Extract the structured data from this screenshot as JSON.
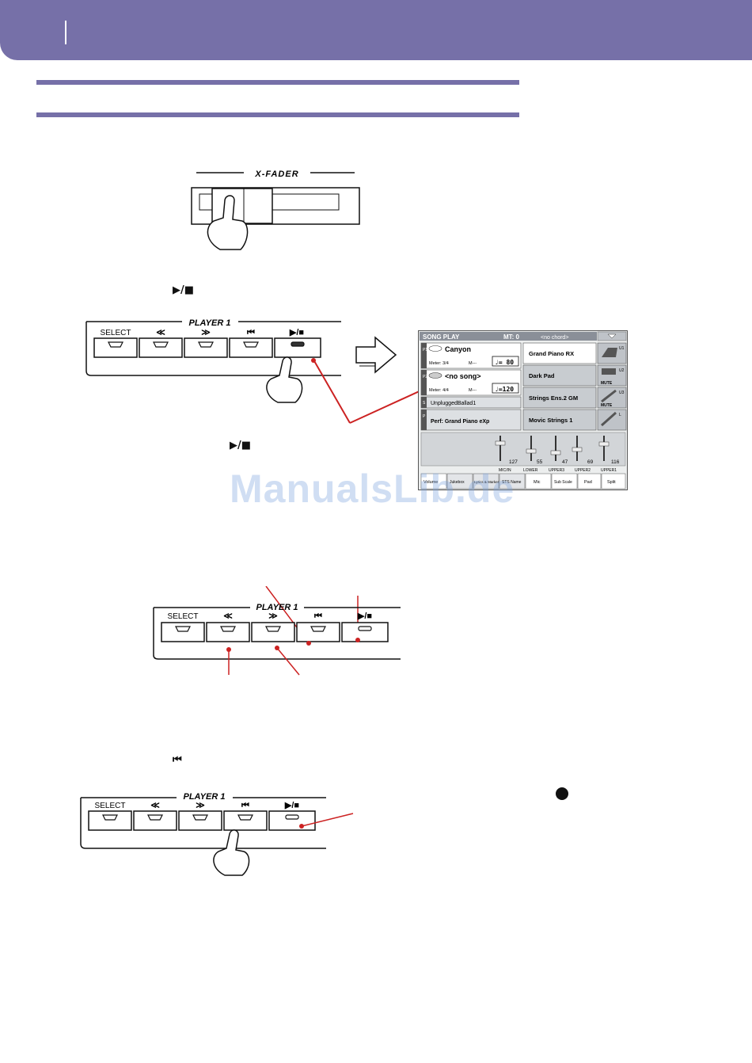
{
  "xfader": {
    "label": "X-FADER"
  },
  "player": {
    "title": "PLAYER 1",
    "buttons": [
      "SELECT",
      "≪",
      "≫",
      "⏮",
      "▶/■"
    ]
  },
  "inline_icons": {
    "play_stop": "▶/■",
    "home": "⏮"
  },
  "display": {
    "mode": "SONG PLAY",
    "mt": "MT: 0",
    "chord": "<no chord>",
    "player1_song": "Canyon",
    "player1_meter": "Meter: 3/4",
    "player1_measure": "M---",
    "player1_tempo": "♩= 80",
    "player2_song": "<no song>",
    "player2_meter": "Meter: 4/4",
    "player2_measure": "M---",
    "player2_tempo": "♩=120",
    "songbook": "UnpluggedBallad1",
    "perf": "Perf: Grand Piano eXp",
    "sounds": [
      "Grand Piano RX",
      "Dark Pad",
      "Strings Ens.2 GM",
      "Movic Strings 1"
    ],
    "mute_labels": [
      "MUTE",
      "MUTE"
    ],
    "side_tabs": [
      "P1",
      "P2",
      "S",
      "P"
    ],
    "right_tabs": [
      "U1",
      "U2",
      "U3",
      "L"
    ],
    "mixer_values": [
      "127",
      "55",
      "47",
      "69",
      "116"
    ],
    "mixer_channels": [
      "MIC/IN",
      "LOWER",
      "UPPER3",
      "UPPER2",
      "UPPER1"
    ],
    "tabs": [
      "Volume",
      "Jukebox",
      "Lyrics & Marker",
      "STS Name",
      "Mic",
      "Sub Scale",
      "Pad",
      "Split"
    ]
  },
  "watermark": "ManualsLib.de",
  "colors": {
    "header": "#7670a8",
    "accent_red": "#cc2222"
  }
}
